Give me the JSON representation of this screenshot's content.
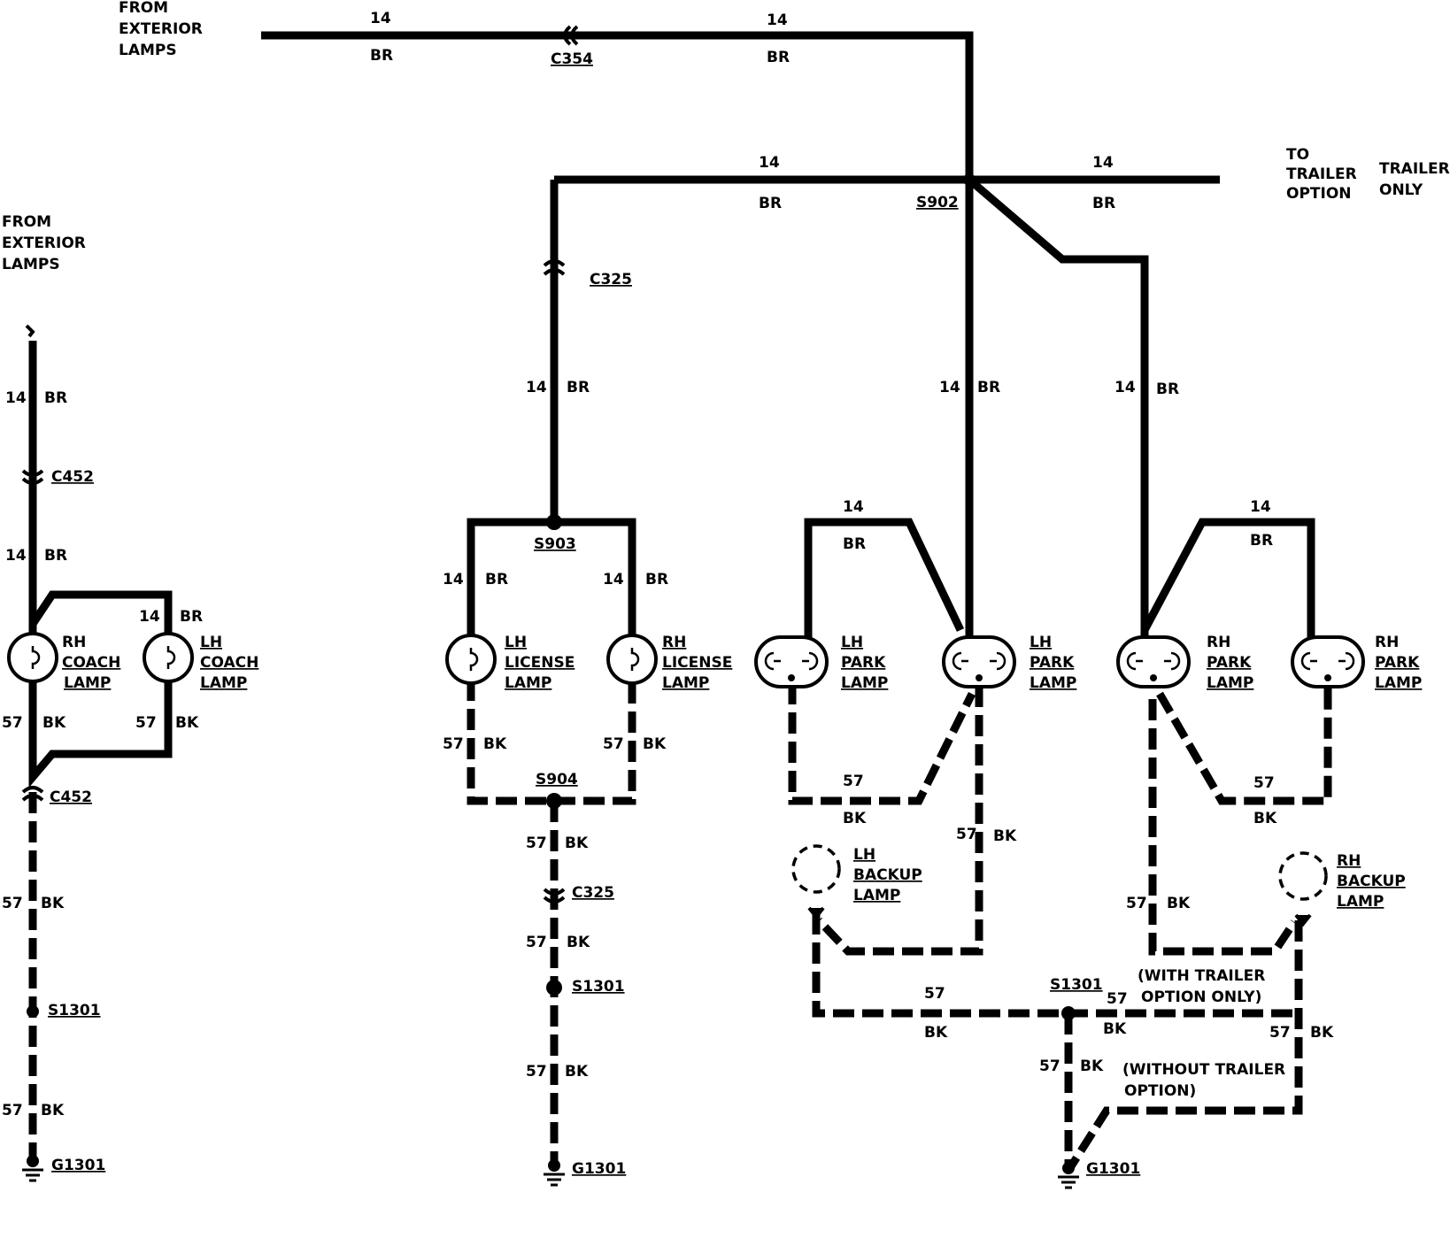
{
  "diagram": {
    "from_exterior_lamps_top": [
      "FROM",
      "EXTERIOR",
      "LAMPS"
    ],
    "from_exterior_lamps_left": [
      "FROM",
      "EXTERIOR",
      "LAMPS"
    ],
    "to_trailer_option": [
      "TO",
      "TRAILER",
      "OPTION"
    ],
    "trailer_only": [
      "TRAILER",
      "ONLY"
    ],
    "wire_gauge_power": "14",
    "wire_color_power": "BR",
    "wire_gauge_ground": "57",
    "wire_color_ground": "BK",
    "connectors": {
      "c354": "C354",
      "c325": "C325",
      "c452": "C452"
    },
    "splices": {
      "s902": "S902",
      "s903": "S903",
      "s904": "S904",
      "s1301": "S1301"
    },
    "ground": "G1301",
    "lamps": {
      "rh_coach": [
        "RH",
        "COACH",
        "LAMP"
      ],
      "lh_coach": [
        "LH",
        "COACH",
        "LAMP"
      ],
      "lh_license": [
        "LH",
        "LICENSE",
        "LAMP"
      ],
      "rh_license": [
        "RH",
        "LICENSE",
        "LAMP"
      ],
      "lh_park": [
        "LH",
        "PARK",
        "LAMP"
      ],
      "rh_park": [
        "RH",
        "PARK",
        "LAMP"
      ],
      "lh_backup": [
        "LH",
        "BACKUP",
        "LAMP"
      ],
      "rh_backup": [
        "RH",
        "BACKUP",
        "LAMP"
      ]
    },
    "with_trailer_option": [
      "(WITH TRAILER",
      "OPTION ONLY)"
    ],
    "without_trailer_option": [
      "(WITHOUT TRAILER",
      "OPTION)"
    ]
  }
}
